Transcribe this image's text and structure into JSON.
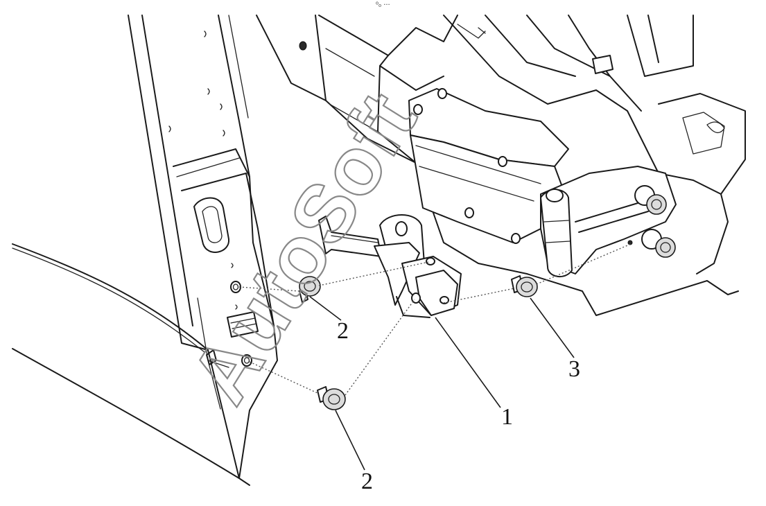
{
  "figure": {
    "top_marker": "⁰₀ ···",
    "watermark": "AutoSoft"
  },
  "callouts": [
    {
      "id": "1",
      "text": "1"
    },
    {
      "id": "2a",
      "text": "2"
    },
    {
      "id": "2b",
      "text": "2"
    },
    {
      "id": "3",
      "text": "3"
    }
  ]
}
